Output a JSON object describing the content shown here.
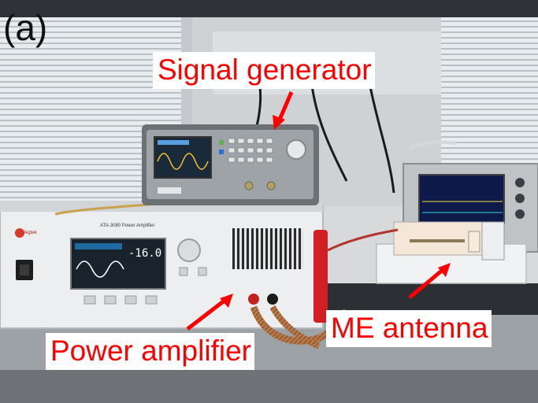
{
  "panel_letter": "(a)",
  "labels": {
    "signal_generator": "Signal generator",
    "me_antenna": "ME antenna",
    "power_amplifier": "Power amplifier"
  },
  "amplifier": {
    "display_value": "-16.0",
    "brand": "Aigtek",
    "model": "ATA-3080 Power Amplifier"
  },
  "colors": {
    "annotation": "#ff0000",
    "panel_letter": "#111111"
  }
}
